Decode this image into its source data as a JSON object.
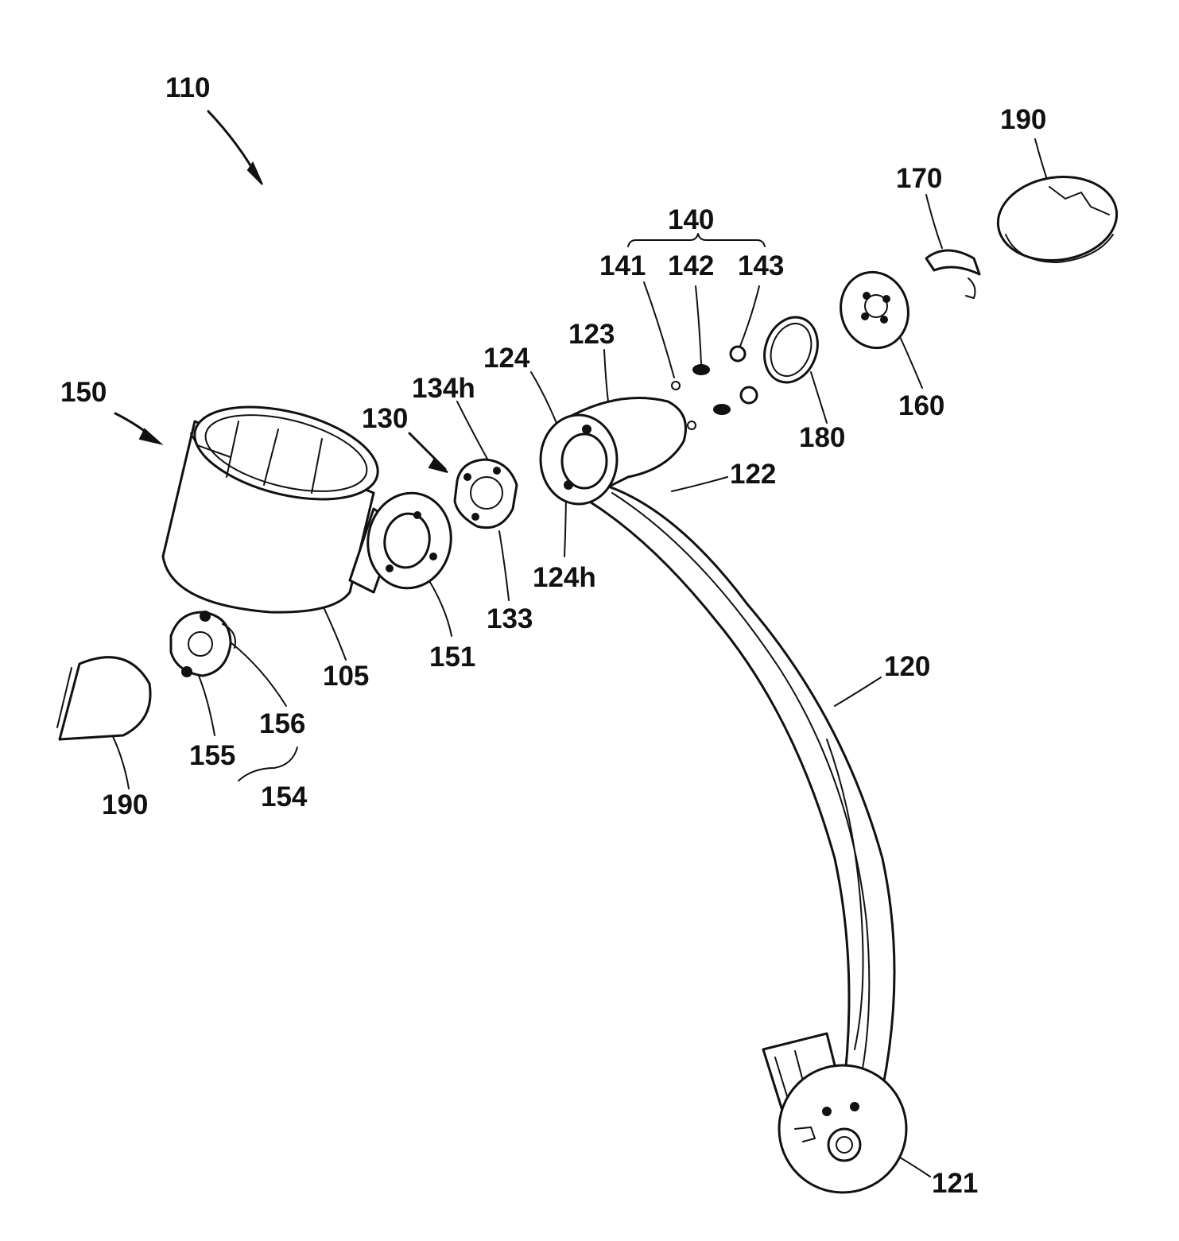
{
  "figure": {
    "reference_numerals": [
      "110",
      "190",
      "170",
      "140",
      "141",
      "142",
      "143",
      "123",
      "124",
      "134h",
      "150",
      "130",
      "180",
      "160",
      "122",
      "124h",
      "133",
      "151",
      "105",
      "156",
      "155",
      "154",
      "190",
      "120",
      "121"
    ]
  }
}
